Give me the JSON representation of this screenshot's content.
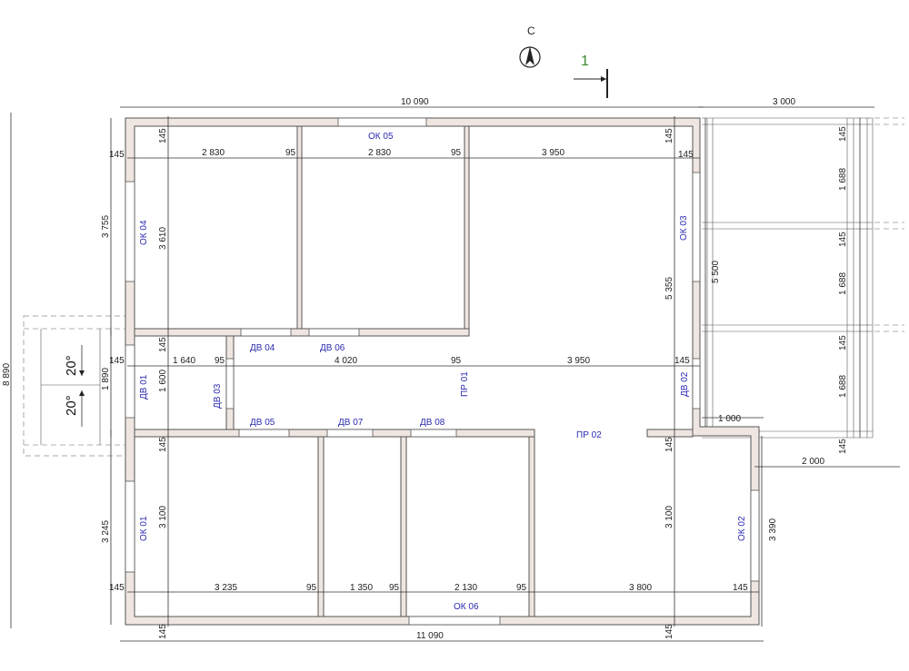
{
  "north": {
    "letter": "С"
  },
  "section": {
    "number": "1"
  },
  "colors": {
    "wall_fill": "#f0e6e1",
    "label_blue": "#2a2ab0",
    "section_green": "#3a8a2a"
  },
  "overall": {
    "top_width": "10 090",
    "terrace_width": "3 000",
    "bottom_width": "11 090",
    "total_height": "8 890",
    "left_upper": "3 755",
    "left_mid": "1 890",
    "left_lower": "3 245"
  },
  "wall_dims": {
    "w145": "145",
    "w95": "95"
  },
  "room_dims": {
    "r1_w": "2 830",
    "r2_w": "2 830",
    "r3_w": "3 950",
    "r1_h": "3 610",
    "r3_h": "5 355",
    "terrace_h": "5 500",
    "hall_w_small": "1 640",
    "hall_w": "4 020",
    "hall_w_right": "3 950",
    "bath_h": "1 600",
    "b1_w": "3 235",
    "b2_w": "1 350",
    "b3_w": "2 130",
    "b4_w": "3 800",
    "b1_h": "3 100",
    "b4_h": "3 100",
    "porch_w": "1 000",
    "porch_ext": "2 000",
    "porch_h": "3 390",
    "terr1": "1 688",
    "terr2": "1 688",
    "terr3": "1 688"
  },
  "angles": {
    "a1": "20°",
    "a2": "20°"
  },
  "labels": {
    "ok01": "ОК 01",
    "ok02": "ОК 02",
    "ok03": "ОК 03",
    "ok04": "ОК 04",
    "ok05": "ОК 05",
    "ok06": "ОК 06",
    "dv01": "ДВ 01",
    "dv02": "ДВ 02",
    "dv03": "ДВ 03",
    "dv04": "ДВ 04",
    "dv05": "ДВ 05",
    "dv06": "ДВ 06",
    "dv07": "ДВ 07",
    "dv08": "ДВ 08",
    "pr01": "ПР 01",
    "pr02": "ПР 02"
  }
}
